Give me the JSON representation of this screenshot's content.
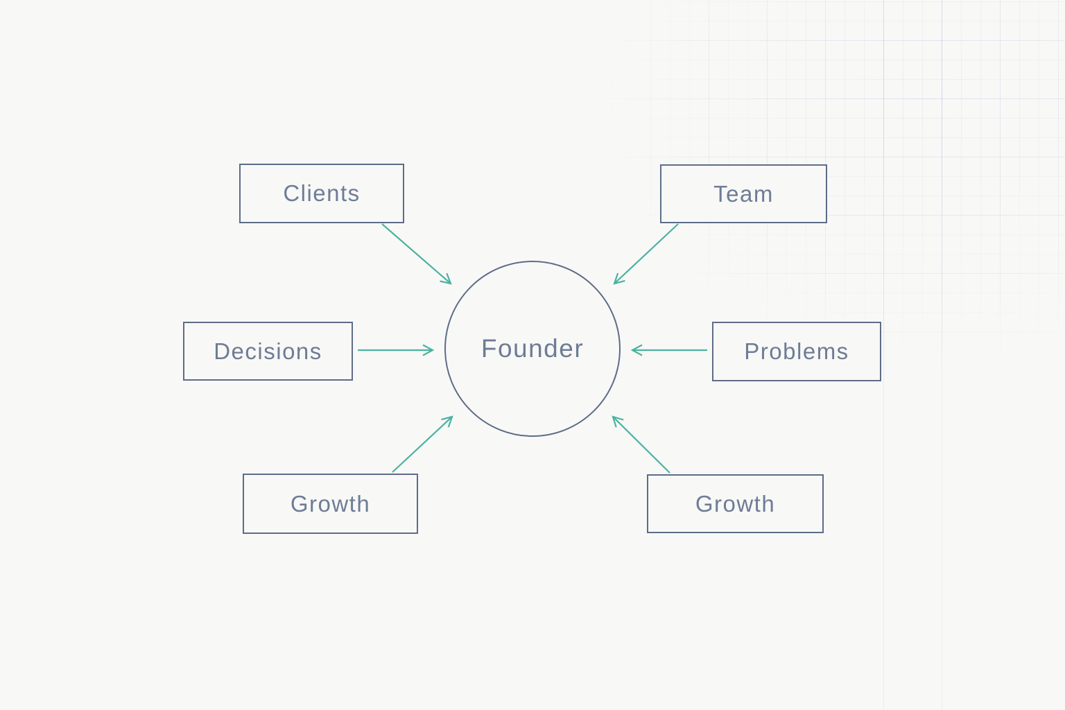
{
  "diagram": {
    "center": {
      "label": "Founder"
    },
    "nodes": [
      {
        "label": "Clients",
        "position": "top-left"
      },
      {
        "label": "Team",
        "position": "top-right"
      },
      {
        "label": "Decisions",
        "position": "middle-left"
      },
      {
        "label": "Problems",
        "position": "middle-right"
      },
      {
        "label": "Growth",
        "position": "bottom-left"
      },
      {
        "label": "Growth",
        "position": "bottom-right"
      }
    ],
    "connections": [
      {
        "from": "Clients",
        "to": "Founder"
      },
      {
        "from": "Team",
        "to": "Founder"
      },
      {
        "from": "Decisions",
        "to": "Founder"
      },
      {
        "from": "Problems",
        "to": "Founder"
      },
      {
        "from": "Growth",
        "to": "Founder"
      },
      {
        "from": "Growth",
        "to": "Founder"
      }
    ],
    "colors": {
      "background": "#f8f8f7",
      "node_border": "#5d6c87",
      "node_text": "#6e7c95",
      "arrow": "#4bb2a0",
      "grid_line": "#dde3ef"
    }
  }
}
